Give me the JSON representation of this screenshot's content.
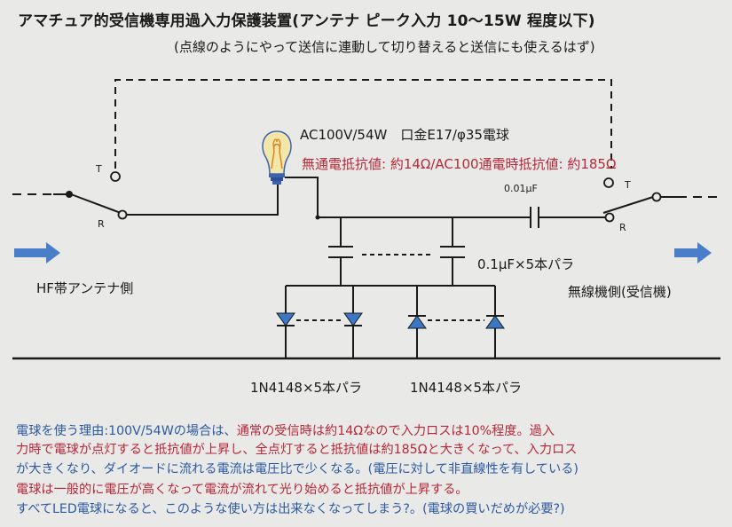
{
  "title": "アマチュア的受信機専用過入力保護装置(アンテナ ピーク入力 10～15W 程度以下)",
  "subtitle": "(点線のようにやって送信に連動して切り替えると送信にも使えるはず)",
  "lamp": {
    "spec": "AC100V/54W　口金E17/φ35電球",
    "resistance": "無通電抵抗値: 約14Ω/AC100通電時抵抗値: 約185Ω"
  },
  "series_capacitor": "0.01μF",
  "capacitor_bank": "0.1μF×5本パラ",
  "switch_labels": {
    "left_t": "T",
    "left_r": "R",
    "right_t": "T",
    "right_r": "R"
  },
  "antenna_label": "HF帯アンテナ側",
  "receiver_label": "無線機側(受信機)",
  "diode_bank_1": "1N4148×5本パラ",
  "diode_bank_2": "1N4148×5本パラ",
  "notes": {
    "line1_a": "電球を使う理由:100V/54Wの場合は、",
    "line1_b": "通常の受信時は約14Ωなので入力ロスは10%程度。過入",
    "line2": "力時で電球が点灯すると抵抗値が上昇し、全点灯すると抵抗値は約185Ωと大きくなって、入力ロス",
    "line3": "が大きくなり、ダイオードに流れる電流は電圧比で少くなる。(電圧に対して非直線性を有している)",
    "line4": "電球は一般的に電圧が高くなって電流が流れて光り始めると抵抗値が上昇する。",
    "line5": "すべてLED電球になると、このような使い方は出来なくなってしまう?。(電球の買いだめが必要?)"
  },
  "colors": {
    "background": "#e9e9e7",
    "wire": "#1a1a1a",
    "arrow": "#4a7ec8",
    "diode": "#3a78c6",
    "red_text": "#b8283a",
    "blue_text": "#2b5aa3",
    "lamp_glass": "#f2e7a8",
    "lamp_filament": "#e07b1a",
    "lamp_base": "#3b63b0"
  }
}
